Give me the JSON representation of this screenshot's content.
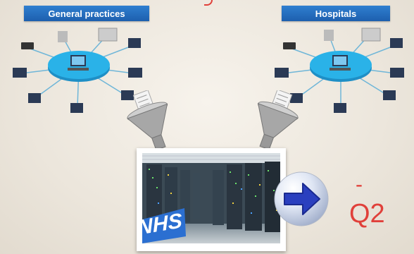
{
  "labels": {
    "general_practices": "General practices",
    "hospitals": "Hospitals"
  },
  "datacenter": {
    "logo_text": "NHS"
  },
  "quarter": {
    "dash": "-",
    "label": "Q2"
  },
  "colors": {
    "label_bg": "#1d5fae",
    "hub": "#2ab2e8",
    "accent_red": "#e0403a",
    "arrow_blue": "#2a3fbf"
  },
  "icons": {
    "arrow": "arrow-right-icon",
    "funnel": "funnel-icon",
    "hub": "network-hub-icon"
  }
}
